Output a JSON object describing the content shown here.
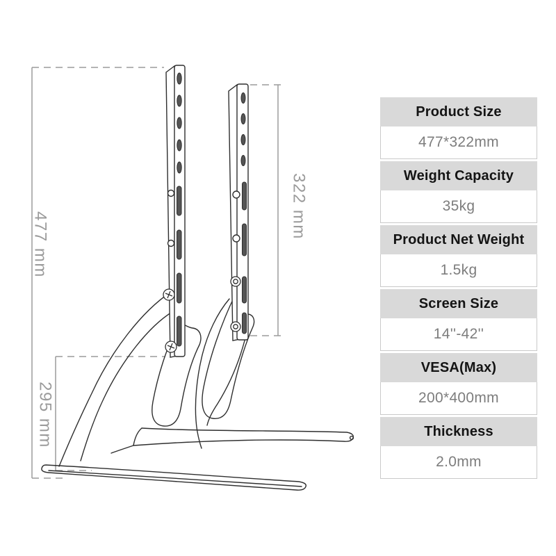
{
  "diagram": {
    "dimension_labels": {
      "height": "477 mm",
      "bracket_height": "322 mm",
      "base_depth": "295 mm"
    }
  },
  "spec_table": {
    "rows": [
      {
        "label": "Product Size",
        "value": "477*322mm"
      },
      {
        "label": "Weight Capacity",
        "value": "35kg"
      },
      {
        "label": "Product Net Weight",
        "value": "1.5kg"
      },
      {
        "label": "Screen Size",
        "value": "14''-42''"
      },
      {
        "label": "VESA(Max)",
        "value": "200*400mm"
      },
      {
        "label": "Thickness",
        "value": "2.0mm"
      }
    ]
  },
  "colors": {
    "background": "#ffffff",
    "drawing_line": "#2e2e2e",
    "slot_fill": "#555555",
    "dimension_line": "#9b9b9b",
    "table_header_bg": "#d9d9d9",
    "table_header_text": "#141414",
    "table_value_text": "#7d7d7d",
    "table_value_border": "#c9c9c9"
  }
}
